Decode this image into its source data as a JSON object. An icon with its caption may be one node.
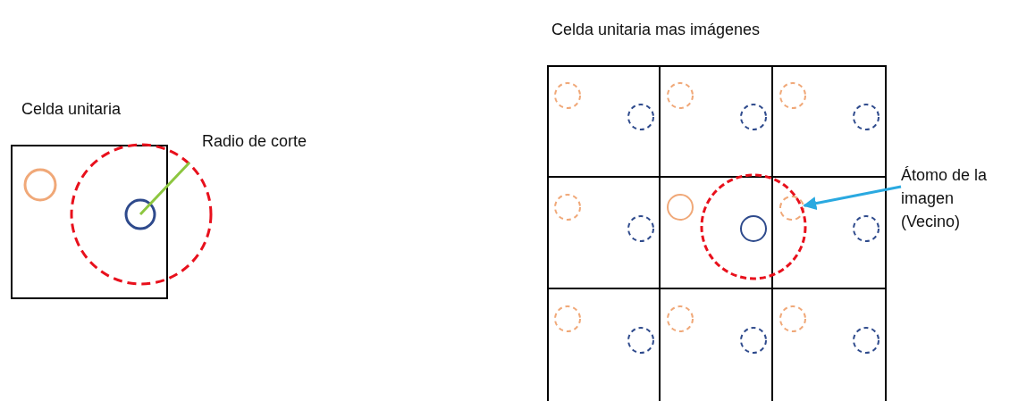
{
  "diagram": {
    "nodes": [
      {
        "text": [
          "Celda unitaria"
        ]
      },
      {
        "text": [
          "Celda unitaria mas imágenes"
        ]
      },
      {
        "text": [
          "Átomo de la imagen (Vecino)"
        ]
      },
      {
        "text": [],
        "shape": "circle",
        "in": 1
      }
    ],
    "edges": [
      {
        "from": 2,
        "to": 3,
        "arrow": "to"
      }
    ],
    "labels": [
      "Radio de corte"
    ]
  }
}
